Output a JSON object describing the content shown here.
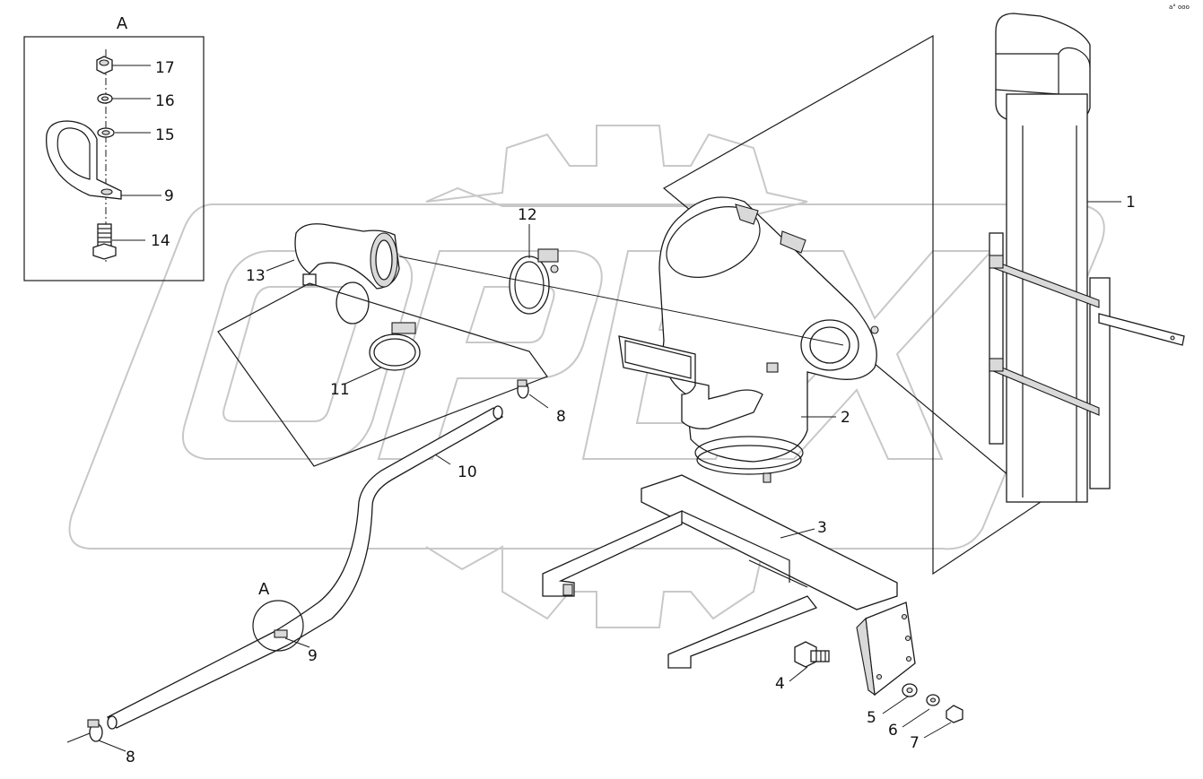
{
  "detail_view": {
    "label": "A"
  },
  "detail_marker": {
    "label": "A"
  },
  "callouts": [
    {
      "id": "c1",
      "label": "1"
    },
    {
      "id": "c2",
      "label": "2"
    },
    {
      "id": "c3",
      "label": "3"
    },
    {
      "id": "c4",
      "label": "4"
    },
    {
      "id": "c5",
      "label": "5"
    },
    {
      "id": "c6",
      "label": "6"
    },
    {
      "id": "c7",
      "label": "7"
    },
    {
      "id": "c8a",
      "label": "8"
    },
    {
      "id": "c8b",
      "label": "8"
    },
    {
      "id": "c9a",
      "label": "9"
    },
    {
      "id": "c9b",
      "label": "9"
    },
    {
      "id": "c10",
      "label": "10"
    },
    {
      "id": "c11",
      "label": "11"
    },
    {
      "id": "c12",
      "label": "12"
    },
    {
      "id": "c13",
      "label": "13"
    },
    {
      "id": "c14",
      "label": "14"
    },
    {
      "id": "c15",
      "label": "15"
    },
    {
      "id": "c16",
      "label": "16"
    },
    {
      "id": "c17",
      "label": "17"
    }
  ],
  "watermark": {
    "text": "OPEX"
  },
  "corner_mark": {
    "text": "a° ooo"
  }
}
